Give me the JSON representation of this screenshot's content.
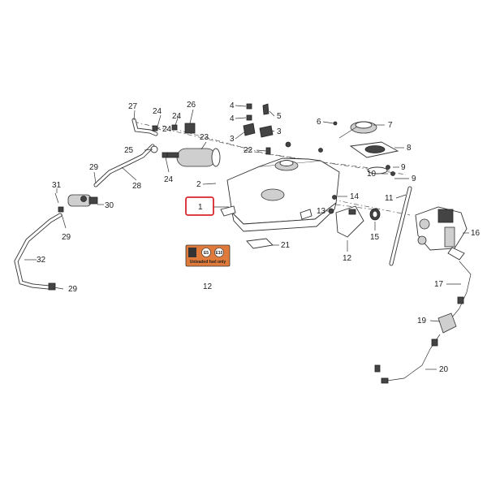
{
  "callouts": [
    {
      "id": "c1",
      "text": "1"
    },
    {
      "id": "c2",
      "text": "2"
    },
    {
      "id": "c3a",
      "text": "3"
    },
    {
      "id": "c3b",
      "text": "3"
    },
    {
      "id": "c4a",
      "text": "4"
    },
    {
      "id": "c4b",
      "text": "4"
    },
    {
      "id": "c5",
      "text": "5"
    },
    {
      "id": "c6",
      "text": "6"
    },
    {
      "id": "c7",
      "text": "7"
    },
    {
      "id": "c8",
      "text": "8"
    },
    {
      "id": "c9a",
      "text": "9"
    },
    {
      "id": "c9b",
      "text": "9"
    },
    {
      "id": "c10",
      "text": "10"
    },
    {
      "id": "c11",
      "text": "11"
    },
    {
      "id": "c12a",
      "text": "12"
    },
    {
      "id": "c12b",
      "text": "12"
    },
    {
      "id": "c13",
      "text": "13"
    },
    {
      "id": "c14",
      "text": "14"
    },
    {
      "id": "c15",
      "text": "15"
    },
    {
      "id": "c16",
      "text": "16"
    },
    {
      "id": "c17",
      "text": "17"
    },
    {
      "id": "c19",
      "text": "19"
    },
    {
      "id": "c20",
      "text": "20"
    },
    {
      "id": "c21",
      "text": "21"
    },
    {
      "id": "c22",
      "text": "22"
    },
    {
      "id": "c23",
      "text": "23"
    },
    {
      "id": "c24a",
      "text": "24"
    },
    {
      "id": "c24b",
      "text": "24"
    },
    {
      "id": "c24c",
      "text": "24"
    },
    {
      "id": "c24d",
      "text": "24"
    },
    {
      "id": "c25",
      "text": "25"
    },
    {
      "id": "c26",
      "text": "26"
    },
    {
      "id": "c27",
      "text": "27"
    },
    {
      "id": "c28",
      "text": "28"
    },
    {
      "id": "c29a",
      "text": "29"
    },
    {
      "id": "c29b",
      "text": "29"
    },
    {
      "id": "c29c",
      "text": "29"
    },
    {
      "id": "c30",
      "text": "30"
    },
    {
      "id": "c31",
      "text": "31"
    },
    {
      "id": "c32",
      "text": "32"
    }
  ],
  "fuel_label": {
    "badge_e5": "E5",
    "badge_e10": "E10",
    "caption": "Unleaded fuel only"
  },
  "colors": {
    "highlight": "#d9262b",
    "label_bg": "#e07a3a"
  }
}
